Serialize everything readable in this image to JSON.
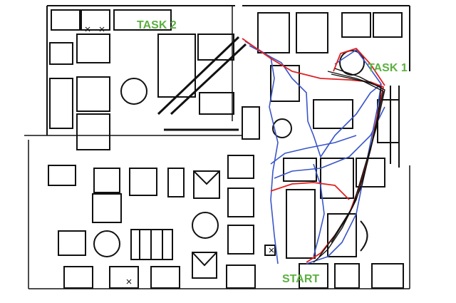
{
  "labels": {
    "task1": "TASK 1",
    "task2": "TASK 2",
    "start": "START"
  },
  "colors": {
    "walls": "#111111",
    "label": "#5cb040",
    "path_blue": "#3a55c8",
    "path_red": "#e02020",
    "path_black": "#111111"
  },
  "legend_series": [
    "blue trajectories",
    "red trajectories",
    "black trajectories"
  ]
}
